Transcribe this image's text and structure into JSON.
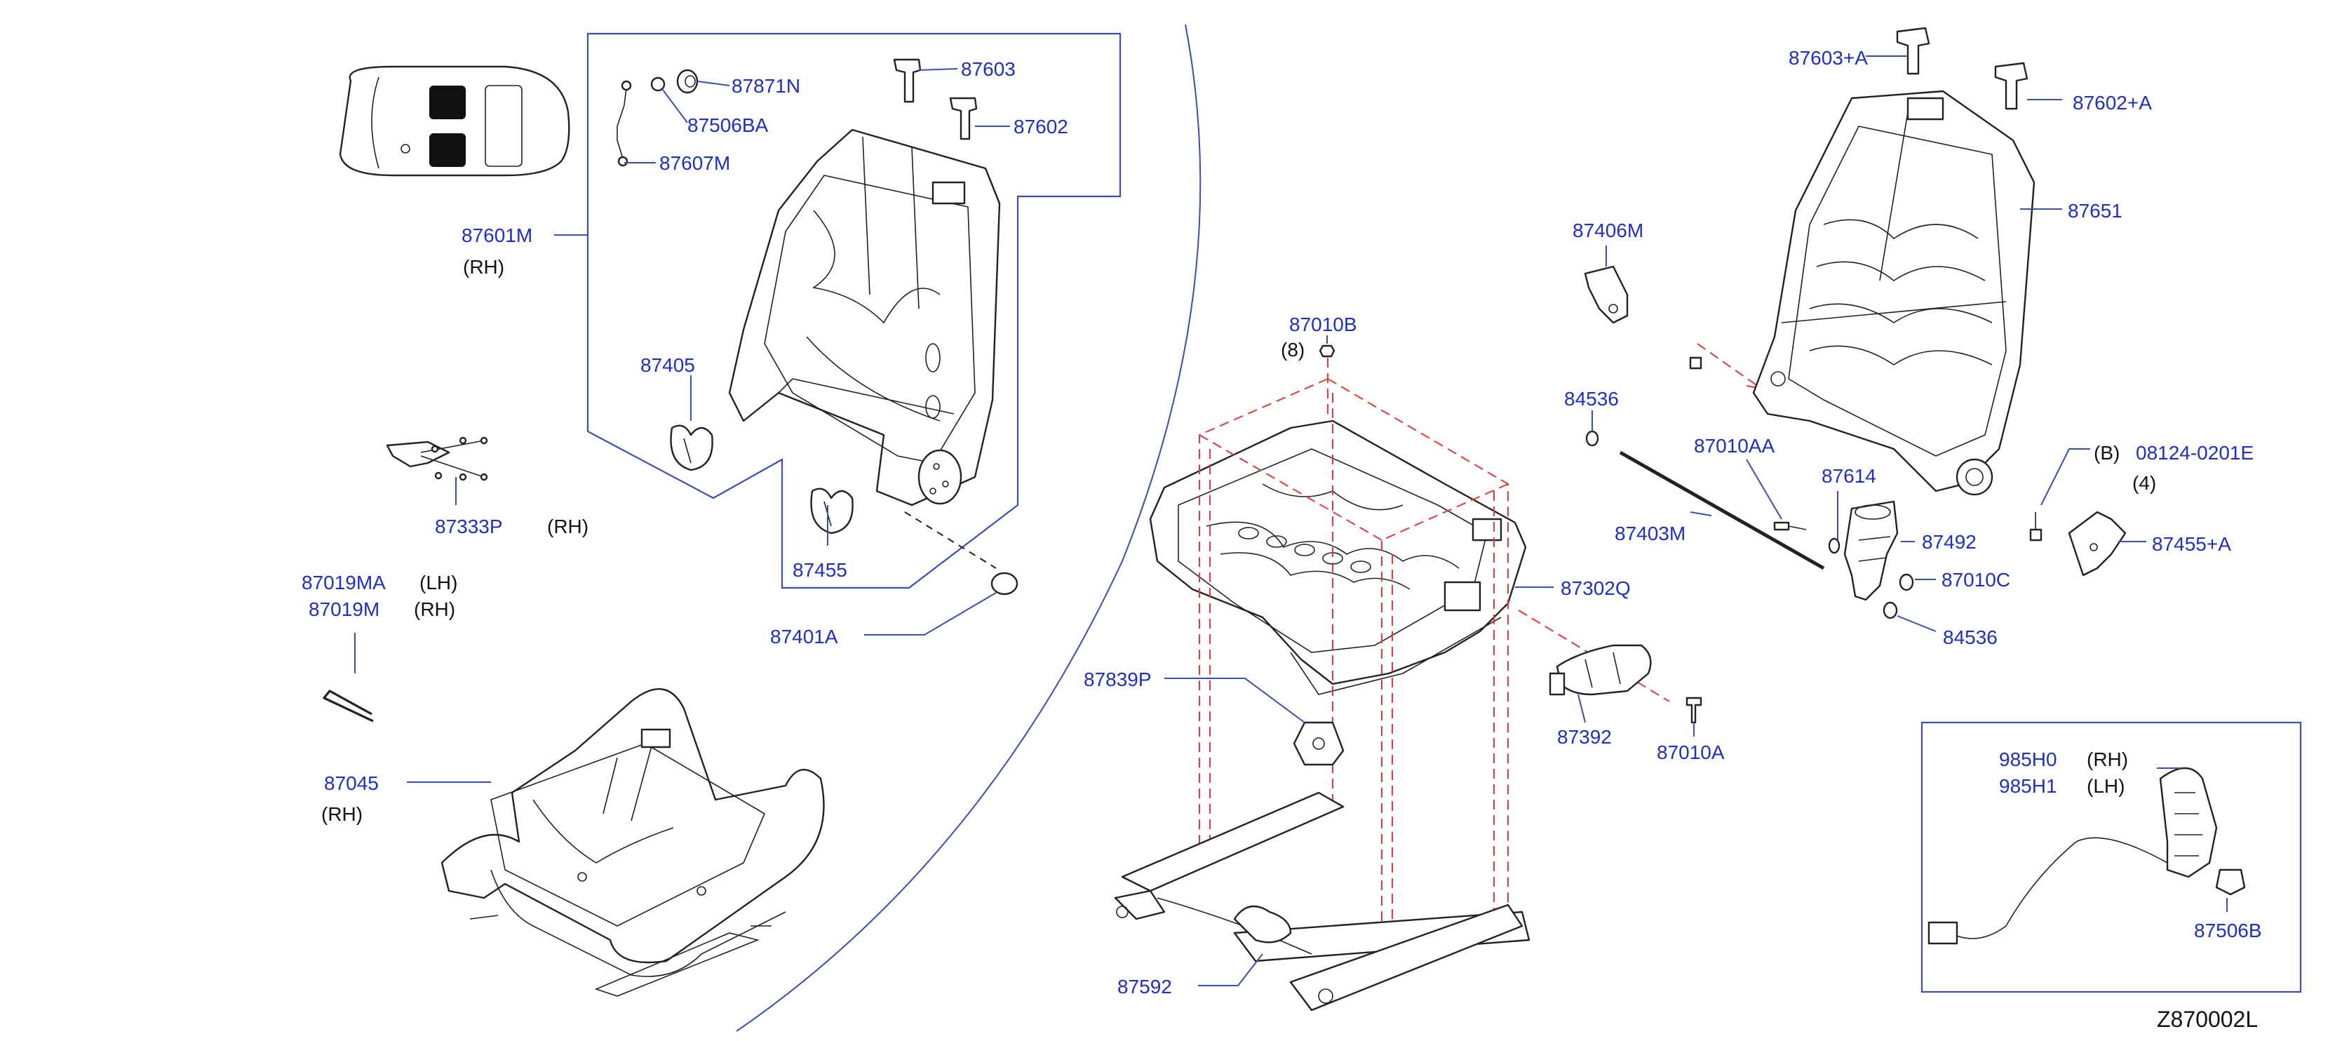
{
  "diagram": {
    "id_code": "Z870002L",
    "labels": {
      "p87871N": "87871N",
      "p87506BA": "87506BA",
      "p87607M": "87607M",
      "p87603": "87603",
      "p87602": "87602",
      "p87601M": "87601M",
      "p87601M_side": "(RH)",
      "p87405": "87405",
      "p87455": "87455",
      "p87401A": "87401A",
      "p87333P": "87333P",
      "p87333P_side": "(RH)",
      "p87019MA": "87019MA",
      "p87019MA_side": "(LH)",
      "p87019M": "87019M",
      "p87019M_side": "(RH)",
      "p87045": "87045",
      "p87045_side": "(RH)",
      "p87010B": "87010B",
      "p87010B_qty": "(8)",
      "p87839P": "87839P",
      "p87592": "87592",
      "p87302Q": "87302Q",
      "p87392": "87392",
      "p87010A": "87010A",
      "p87406M": "87406M",
      "p84536a": "84536",
      "p87010AA": "87010AA",
      "p87614": "87614",
      "p87403M": "87403M",
      "p87492": "87492",
      "p87010C": "87010C",
      "p84536b": "84536",
      "p87603A": "87603+A",
      "p87602A": "87602+A",
      "p87651": "87651",
      "pB": "(B)",
      "p08124": "08124-0201E",
      "p08124_qty": "(4)",
      "p87455A": "87455+A",
      "p985H0": "985H0",
      "p985H0_side": "(RH)",
      "p985H1": "985H1",
      "p985H1_side": "(LH)",
      "p87506B": "87506B"
    }
  }
}
